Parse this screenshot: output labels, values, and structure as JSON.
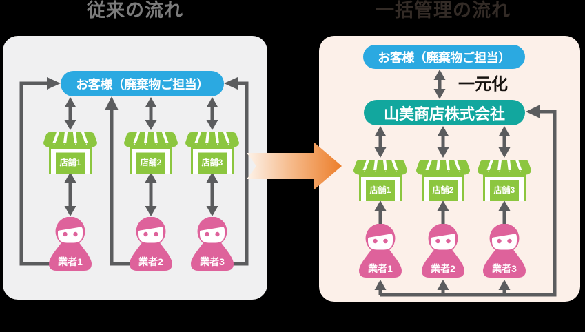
{
  "left_section": {
    "title": "従来の流れ",
    "customer_label": "お客様（廃棄物ご担当）",
    "stores": [
      {
        "label": "店舗1"
      },
      {
        "label": "店舗2"
      },
      {
        "label": "店舗3"
      }
    ],
    "vendors": [
      {
        "label": "業者1"
      },
      {
        "label": "業者2"
      },
      {
        "label": "業者3"
      }
    ]
  },
  "right_section": {
    "title": "一括管理の流れ",
    "customer_label": "お客様（廃棄物ご担当）",
    "unification_label": "一元化",
    "company_label": "山美商店株式会社",
    "stores": [
      {
        "label": "店舗1"
      },
      {
        "label": "店舗2"
      },
      {
        "label": "店舗3"
      }
    ],
    "vendors": [
      {
        "label": "業者1"
      },
      {
        "label": "業者2"
      },
      {
        "label": "業者3"
      }
    ]
  },
  "colors": {
    "customer_blue": "#2BA9E1",
    "company_teal": "#12A79E",
    "store_green": "#8CC63F",
    "vendor_pink": "#DE629B",
    "connector_gray": "#5B5C5E",
    "transition_orange": "#EC7E2A",
    "left_panel_bg": "#F0F0F1",
    "right_panel_bg": "#FCF0E9"
  }
}
